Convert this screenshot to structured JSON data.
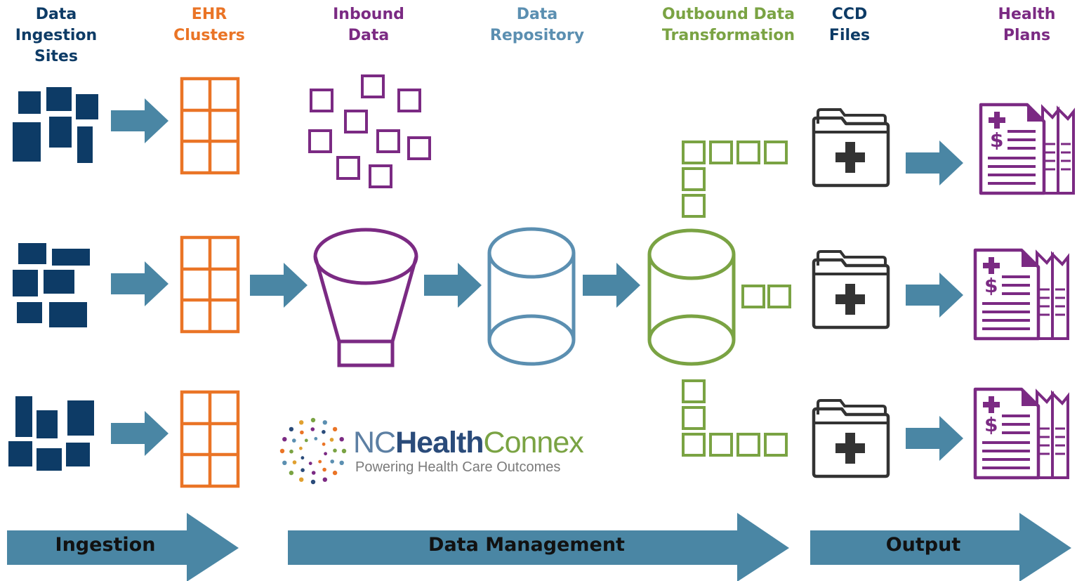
{
  "columns": [
    {
      "title": "Data\nIngestion\nSites",
      "color": "#0d3b66"
    },
    {
      "title": "EHR\nClusters",
      "color": "#ea7426"
    },
    {
      "title": "Inbound\nData",
      "color": "#7b2a83"
    },
    {
      "title": "Data\nRepository",
      "color": "#5b8fb1"
    },
    {
      "title": "Outbound Data\nTransformation",
      "color": "#7aa343"
    },
    {
      "title": "CCD\nFiles",
      "color": "#0d3b66"
    },
    {
      "title": "Health\nPlans",
      "color": "#7b2a83"
    }
  ],
  "bands": [
    {
      "label": "Ingestion"
    },
    {
      "label": "Data Management"
    },
    {
      "label": "Output"
    }
  ],
  "logo": {
    "brand_nc": "NC",
    "brand_health": "Health",
    "brand_connex": "Connex",
    "tagline": "Powering Health Care Outcomes"
  },
  "colors": {
    "navy": "#0d3b66",
    "orange": "#ea7426",
    "purple": "#7b2a83",
    "steel_blue": "#5b8fb1",
    "green": "#7aa343",
    "arrow": "#4a86a4",
    "folder": "#333333"
  },
  "icons": [
    "data-site-icon",
    "ehr-cluster-icon",
    "inbound-data-squares-icon",
    "funnel-icon",
    "database-icon",
    "folder-plus-icon",
    "health-plan-document-icon",
    "arrow-right-icon"
  ]
}
